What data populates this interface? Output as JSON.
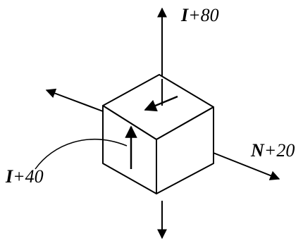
{
  "colors": {
    "stroke": "#000000",
    "background": "#ffffff"
  },
  "labels": {
    "top": {
      "var": "I",
      "rest": "+80"
    },
    "right": {
      "var": "N",
      "rest": "+20"
    },
    "left": {
      "var": "I",
      "rest": "+40"
    }
  }
}
